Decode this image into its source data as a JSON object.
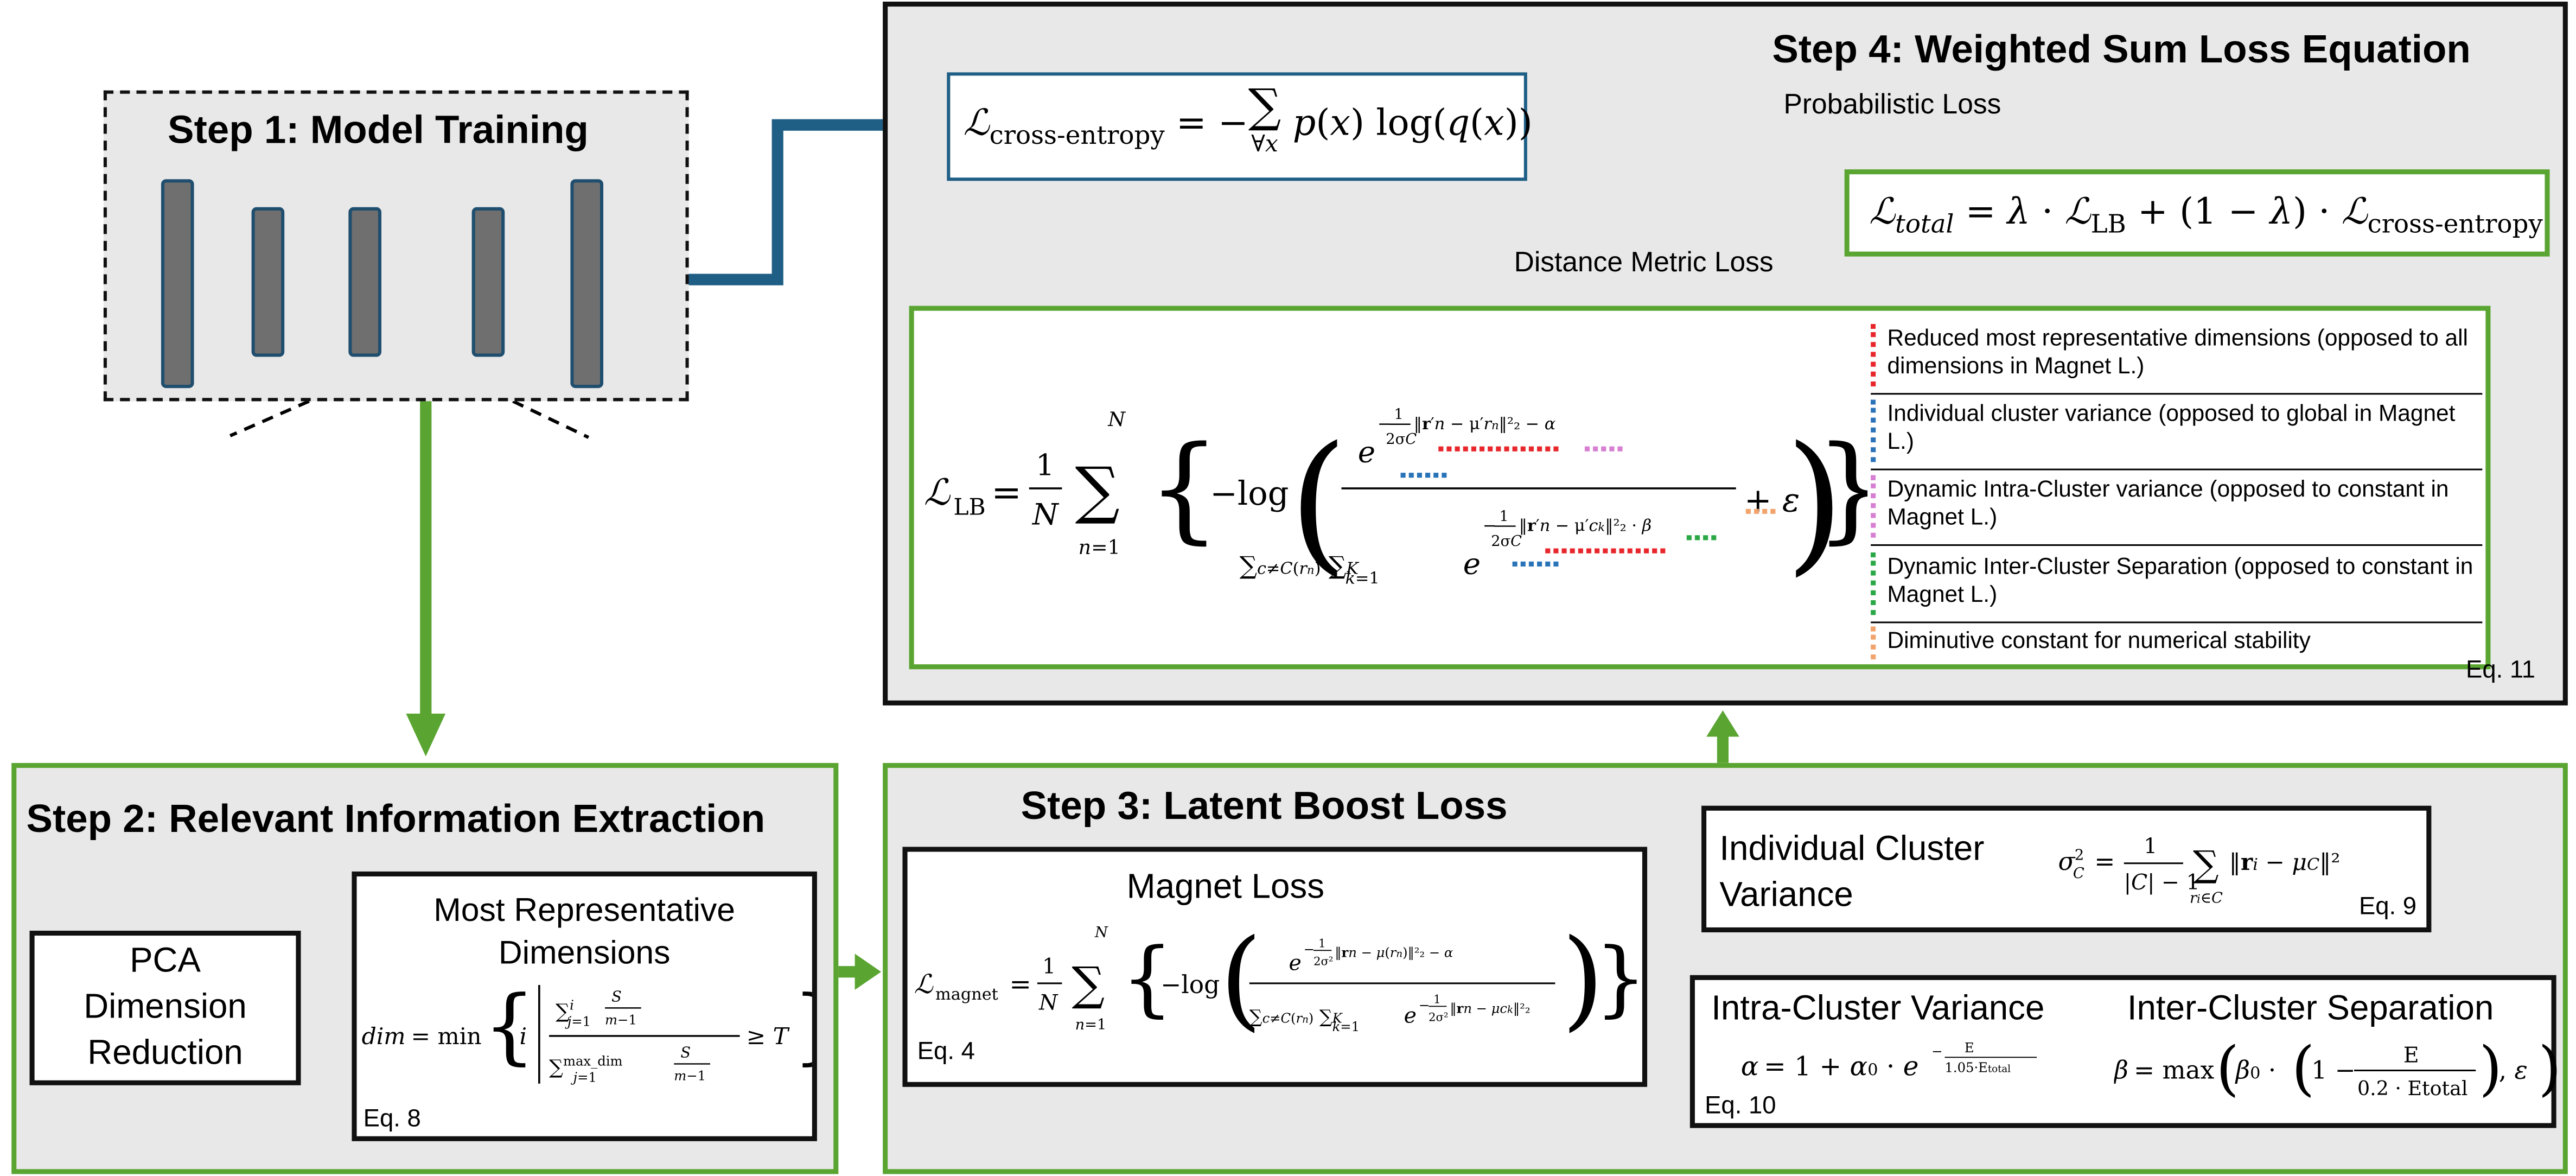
{
  "steps": {
    "step1": {
      "title": "Step 1: Model Training"
    },
    "step2": {
      "title": "Step 2: Relevant Information Extraction",
      "pca_label": "PCA Dimension Reduction",
      "mrd_label": "Most Representative Dimensions",
      "eq_tag": "Eq. 8"
    },
    "step3": {
      "title": "Step 3: Latent Boost Loss",
      "magnet_label": "Magnet Loss",
      "magnet_eq_tag": "Eq. 4",
      "icv_label": "Individual Cluster Variance",
      "icv_eq_tag": "Eq. 9",
      "intra_label": "Intra-Cluster Variance",
      "inter_label": "Inter-Cluster Separation",
      "alpha_beta_eq_tag": "Eq. 10"
    },
    "step4": {
      "title": "Step 4: Weighted Sum Loss Equation",
      "probabilistic_label": "Probabilistic Loss",
      "distance_label": "Distance Metric Loss",
      "eq_tag": "Eq. 11",
      "legend": [
        {
          "text": "Reduced most representative dimensions (opposed to all dimensions in Magnet L.)",
          "color": "#e8262b"
        },
        {
          "text": "Individual cluster variance (opposed to global in Magnet L.)",
          "color": "#2a73b8"
        },
        {
          "text": "Dynamic Intra-Cluster variance (opposed to constant in Magnet L.)",
          "color": "#d77fd2"
        },
        {
          "text": "Dynamic Inter-Cluster Separation (opposed to constant in Magnet L.)",
          "color": "#2aa845"
        },
        {
          "text": "Diminutive constant for numerical stability",
          "color": "#f2a36b"
        }
      ]
    }
  },
  "colors": {
    "green": "#5aa532",
    "blue": "#1f5f85",
    "dark_border": "#111111",
    "panel_gray": "#e8e8e8",
    "layer_gray": "#6f6f6f"
  }
}
